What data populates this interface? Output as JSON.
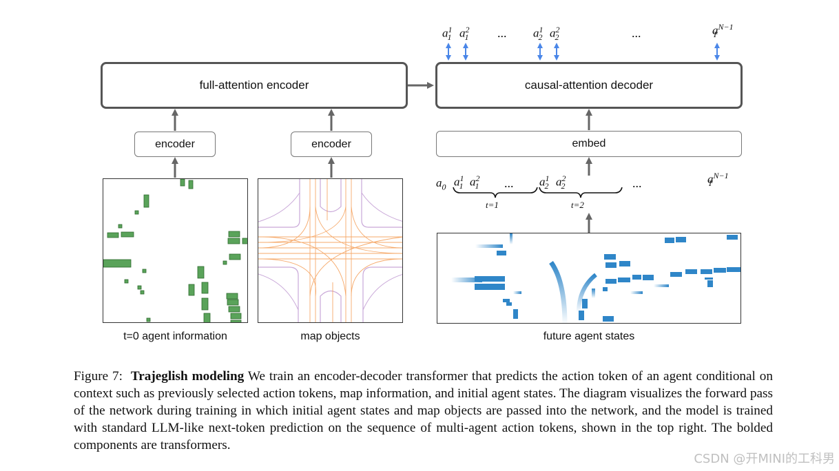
{
  "encoder_block": {
    "full_attention_label": "full-attention encoder",
    "causal_attention_label": "causal-attention decoder"
  },
  "small_blocks": {
    "agent_encoder_label": "encoder",
    "map_encoder_label": "encoder",
    "embed_label": "embed"
  },
  "panels": {
    "agent_info_label": "t=0 agent information",
    "map_objects_label": "map objects",
    "future_states_label": "future agent states"
  },
  "tokens": {
    "ellipsis": "...",
    "a0": "a0",
    "step1_label": "t=1",
    "step2_label": "t=2"
  },
  "caption": {
    "figure_label": "Figure 7:",
    "bold_title": "Trajeglish modeling",
    "text": "We train an encoder-decoder transformer that predicts the action token of an agent conditional on context such as previously selected action tokens, map information, and initial agent states. The diagram visualizes the forward pass of the network during training in which initial agent states and map objects are passed into the network, and the model is trained with standard LLM-like next-token prediction on the sequence of multi-agent action tokens, shown in the top right. The bolded components are transformers."
  },
  "watermark": "CSDN @开MINI的工科男",
  "colors": {
    "arrow": "#666666",
    "bidirectional_arrow": "#4a86e8",
    "agent_green": "#5aa35a",
    "map_orange": "#f5a05a",
    "map_purple": "#c9a8d8",
    "future_blue": "#2f86c8"
  }
}
